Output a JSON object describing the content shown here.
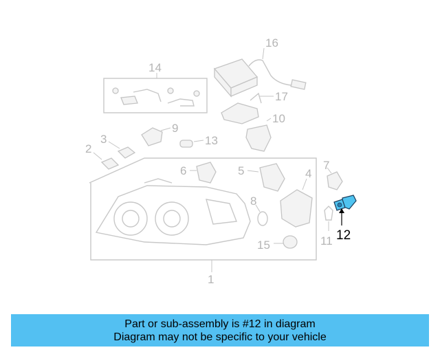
{
  "callouts": {
    "c1": "1",
    "c2": "2",
    "c3": "3",
    "c4": "4",
    "c5": "5",
    "c6": "6",
    "c7": "7",
    "c8": "8",
    "c9": "9",
    "c10": "10",
    "c11": "11",
    "c12": "12",
    "c13": "13",
    "c14": "14",
    "c15": "15",
    "c16": "16",
    "c17": "17"
  },
  "highlight_color": "#4fc3f0",
  "banner": {
    "line1": "Part or sub-assembly is #12 in diagram",
    "line2": "Diagram may not be specific to your vehicle",
    "background": "#53c0f2"
  }
}
